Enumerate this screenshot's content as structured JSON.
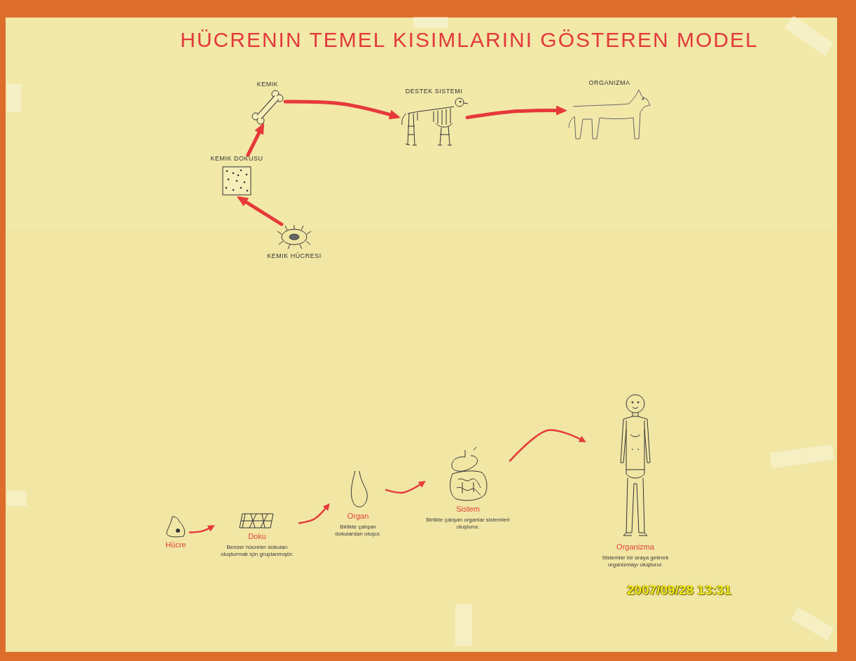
{
  "diagram": {
    "title": "HÜCRENIN TEMEL KISIMLARINI GÖSTEREN MODEL",
    "nodes": [
      {
        "text": [
          "KEMIK HÜCRESI"
        ]
      },
      {
        "text": [
          "KEMIK DOKUSU"
        ]
      },
      {
        "text": [
          "KEMIK"
        ]
      },
      {
        "text": [
          "DESTEK SISTEMI"
        ]
      },
      {
        "text": [
          "ORGANIZMA"
        ]
      },
      {
        "text": [
          "Hücre"
        ]
      },
      {
        "text": [
          "Doku",
          "Benzer hücreler dokuları oluşturmak için gruplanmıştır."
        ]
      },
      {
        "text": [
          "Organ",
          "Birlikte çalışan dokulardan oluşur."
        ]
      },
      {
        "text": [
          "Sistem",
          "Birlikte çalışan organlar sistemleri oluşturur."
        ]
      },
      {
        "text": [
          "Organizma",
          "Sistemler bir araya gelerek organizmayı oluşturur."
        ]
      }
    ],
    "edges": [
      {
        "from": 0,
        "to": 1,
        "arrow": "to"
      },
      {
        "from": 1,
        "to": 2,
        "arrow": "to"
      },
      {
        "from": 2,
        "to": 3,
        "arrow": "to"
      },
      {
        "from": 3,
        "to": 4,
        "arrow": "to"
      },
      {
        "from": 5,
        "to": 6,
        "arrow": "to"
      },
      {
        "from": 6,
        "to": 7,
        "arrow": "to"
      },
      {
        "from": 7,
        "to": 8,
        "arrow": "to"
      },
      {
        "from": 8,
        "to": 9,
        "arrow": "to"
      }
    ],
    "labels": [
      "2007/09/28 13:31"
    ]
  }
}
